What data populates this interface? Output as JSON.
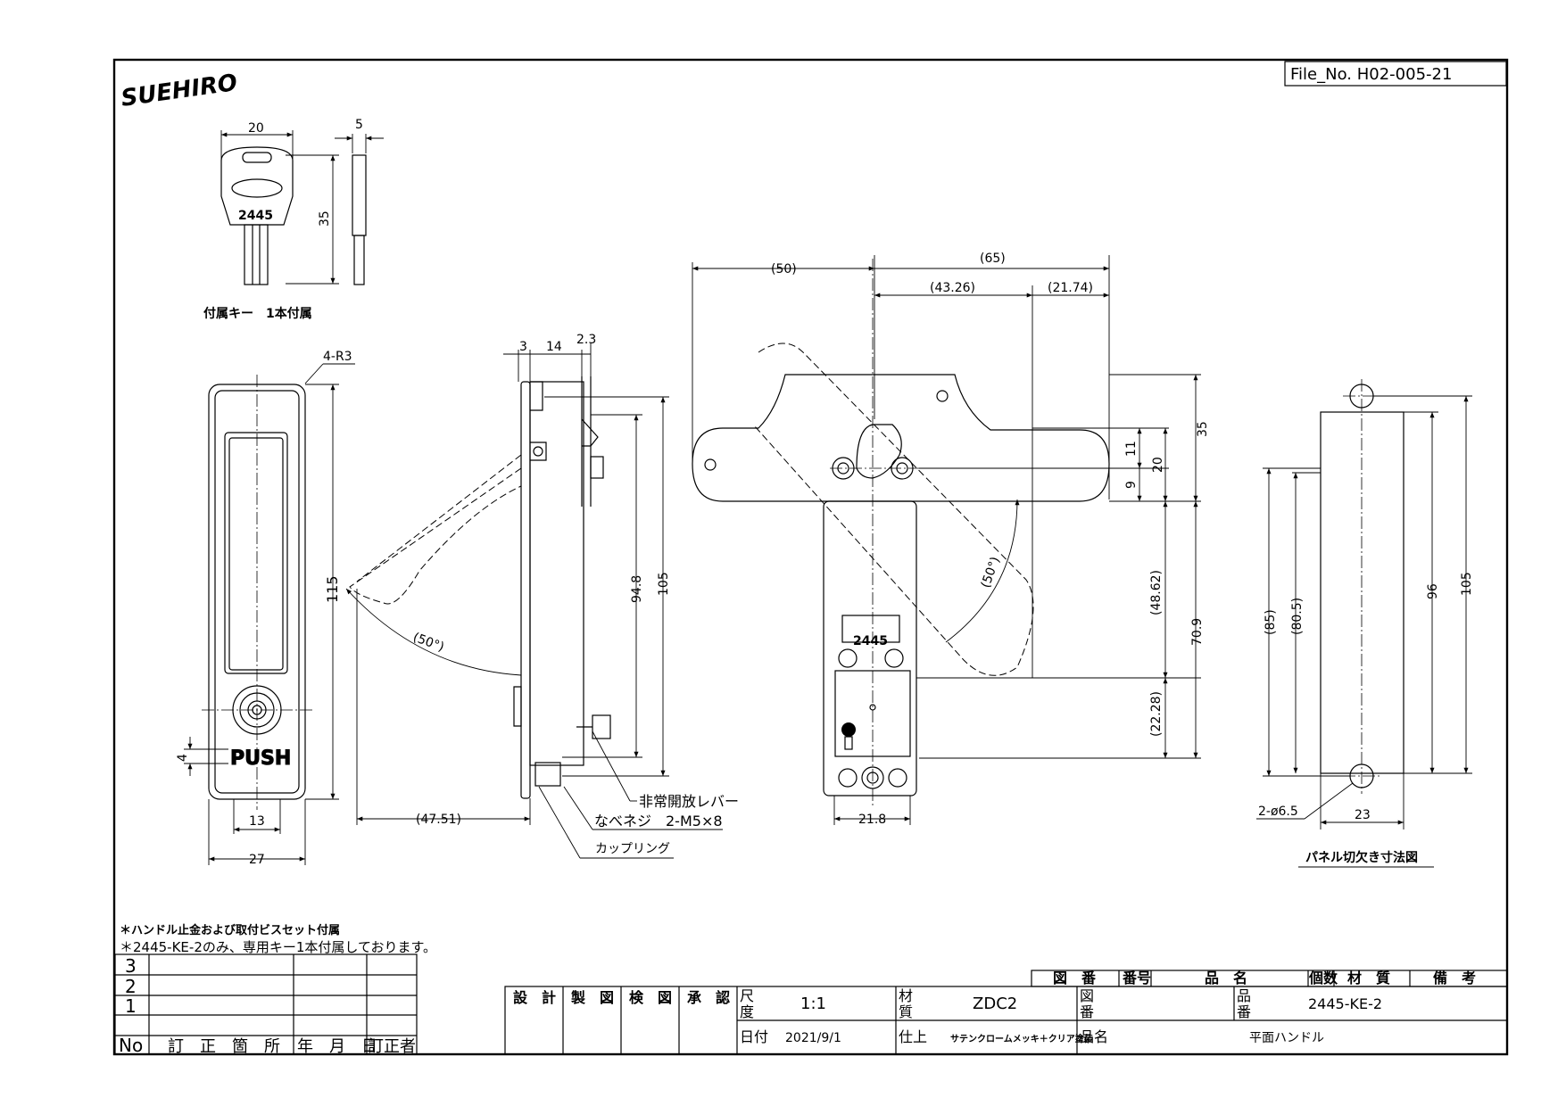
{
  "file_no": "File_No.  H02-005-21",
  "logo_text": "SUEHIRO",
  "key_view": {
    "dim_width": "20",
    "dim_thickness": "5",
    "dim_height": "35",
    "key_number": "2445",
    "caption": "付属キー　1本付属"
  },
  "front_view": {
    "radius_note": "4-R3",
    "dim_height": "115",
    "dim_push_height": "4",
    "push_label": "PUSH",
    "dim_handle_width": "13",
    "dim_width": "27"
  },
  "side_view": {
    "dim_a": "3",
    "dim_b": "14",
    "dim_c": "2.3",
    "dim_94_8": "94.8",
    "dim_105": "105",
    "angle": "(50°)",
    "dim_47_51": "(47.51)",
    "lever_label": "非常開放レバー",
    "screw_label": "なべネジ　2-M5×8",
    "coupling_label": "カップリング"
  },
  "rear_view": {
    "dim_50": "(50)",
    "dim_65": "(65)",
    "dim_43_26": "(43.26)",
    "dim_21_74": "(21.74)",
    "dim_11": "11",
    "dim_9": "9",
    "dim_20": "20",
    "dim_35": "35",
    "dim_48_62": "(48.62)",
    "dim_70_9": "70.9",
    "dim_22_28": "(22.28)",
    "angle": "(50°)",
    "dim_21_8": "21.8",
    "plate_number": "2445"
  },
  "panel_cutout": {
    "dim_85": "(85)",
    "dim_80_5": "(80.5)",
    "dim_96": "96",
    "dim_105": "105",
    "hole_note": "2-ø6.5",
    "dim_23": "23",
    "caption": "パネル切欠き寸法図"
  },
  "notes": [
    "＊ハンドル止金および取付ビスセット付属",
    "＊2445-KE-2のみ、専用キー1本付属しております。"
  ],
  "revision_table": {
    "rows": [
      "3",
      "2",
      "1"
    ],
    "header": [
      "No",
      "訂　正　箇　所",
      "年　月　日",
      "訂正者"
    ]
  },
  "parts_header": [
    "図　番",
    "番号",
    "品　名",
    "個数",
    "材　質",
    "備　考"
  ],
  "approval": [
    "設　計",
    "製　図",
    "検　図",
    "承　認"
  ],
  "title_block": {
    "scale_label": "尺\n度",
    "scale_value": "1:1",
    "material_label": "材\n質",
    "material_value": "ZDC2",
    "drawing_no_label": "図\n番",
    "part_no_label": "品\n番",
    "part_no_value": "2445-KE-2",
    "date_label": "日付",
    "date_value": "2021/9/1",
    "finish_label": "仕上",
    "finish_value": "サテンクロームメッキ＋クリア塗装",
    "name_label": "品名",
    "name_value": "平面ハンドル"
  }
}
